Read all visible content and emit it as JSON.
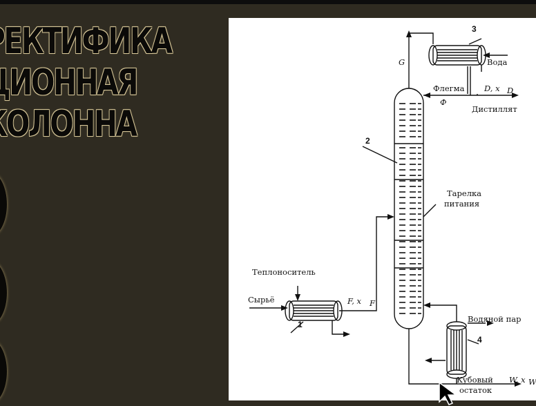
{
  "slide": {
    "title_lines": [
      "РЕКТИФИКА",
      "ЦИОННАЯ",
      "КОЛОННА"
    ]
  },
  "diagram": {
    "labels": {
      "teplonositel": "Теплоноситель",
      "syrye": "Сырьё",
      "feed": "F, x",
      "feed_sub": "F",
      "g": "G",
      "voda": "Вода",
      "flegma": "Флегма",
      "phi": "Ф",
      "distillate_flow": "D, x",
      "distillate_sub": "D",
      "distillyat": "Дистиллят",
      "tarelka": "Тарелка",
      "pitaniya": "питания",
      "vodyanoy_par": "Водяной пар",
      "kubovy": "Кубовый",
      "ostatok": "остаток",
      "bottoms_flow": "W, x",
      "bottoms_sub": "W"
    },
    "numbers": {
      "heater": "1",
      "column": "2",
      "condenser": "3",
      "reboiler": "4"
    }
  },
  "icons": {
    "bullets": "bullet-icon",
    "cursor": "mouse-cursor-icon"
  },
  "colors": {
    "background": "#2f2b21",
    "title_fill": "#0b0a08",
    "panel": "#ffffff"
  }
}
